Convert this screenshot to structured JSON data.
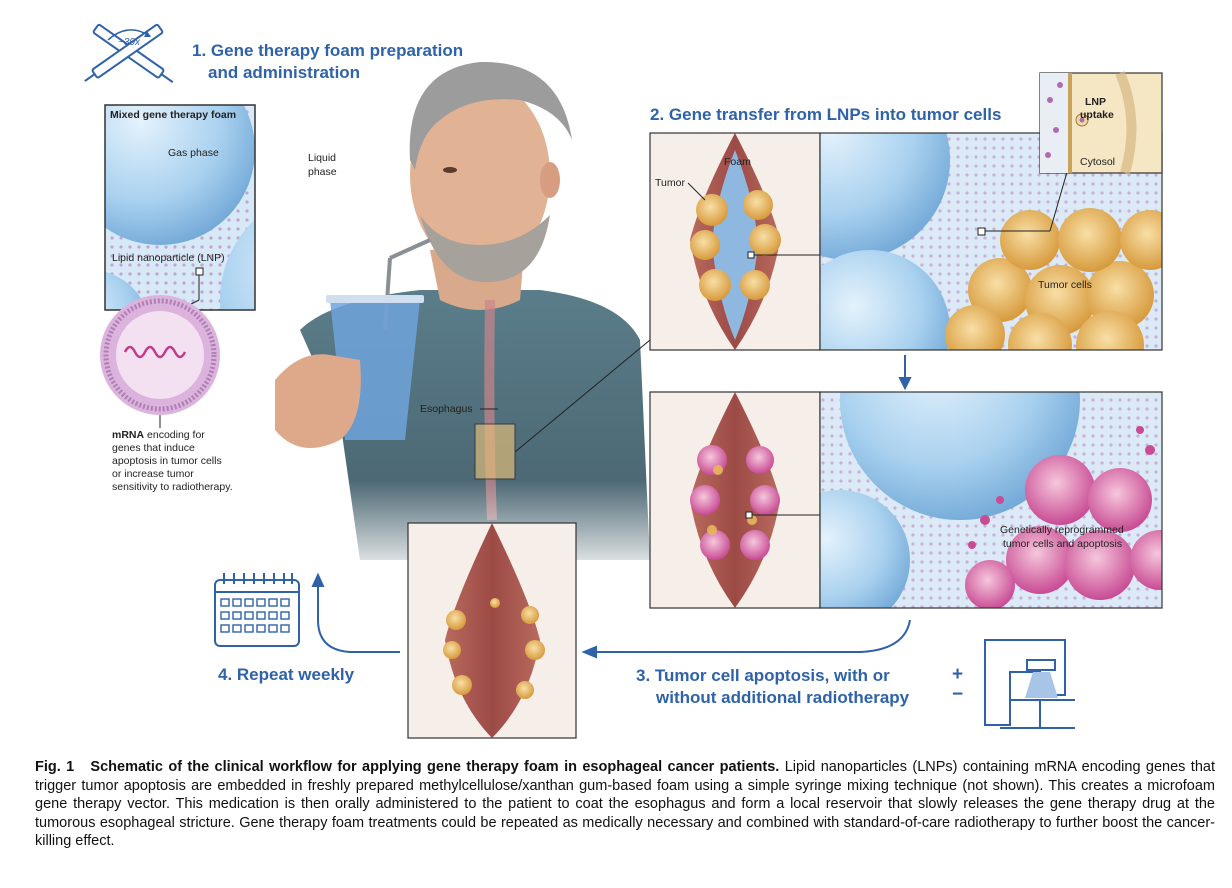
{
  "steps": {
    "step1_line1": "1. Gene therapy foam preparation",
    "step1_line2": "and administration",
    "step2": "2. Gene transfer from LNPs into tumor cells",
    "step3_line1": "3. Tumor cell apoptosis, with or",
    "step3_line2": "without additional radiotherapy",
    "step4": "4. Repeat weekly"
  },
  "labels": {
    "syringe_count": "~30x",
    "mixed_foam": "Mixed gene therapy foam",
    "gas_phase": "Gas phase",
    "liquid_phase_1": "Liquid",
    "liquid_phase_2": "phase",
    "lnp": "Lipid nanoparticle (LNP)",
    "mrna_bold": "mRNA",
    "mrna_1": " encoding for",
    "mrna_2": "genes that induce",
    "mrna_3": "apoptosis in tumor cells",
    "mrna_4": "or increase tumor",
    "mrna_5": "sensitivity to radiotherapy.",
    "esophagus": "Esophagus",
    "foam": "Foam",
    "tumor": "Tumor",
    "tumor_cells": "Tumor cells",
    "lnp_uptake_1": "LNP",
    "lnp_uptake_2": "uptake",
    "cytosol": "Cytosol",
    "reprogrammed_1": "Genetically reprogrammed",
    "reprogrammed_2": "tumor cells and apoptosis",
    "plus": "+",
    "minus": "−"
  },
  "caption": {
    "fig": "Fig. 1",
    "title": "Schematic of the clinical workflow for applying gene therapy foam in esophageal cancer patients.",
    "body": "Lipid nanoparticles (LNPs) containing mRNA encoding genes that trigger tumor apoptosis are embedded in freshly prepared methylcellulose/xanthan gum-based foam using a simple syringe mixing technique (not shown). This creates a microfoam gene therapy vector. This medication is then orally administered to the patient to coat the esophagus and form a local reservoir that slowly releases the gene therapy drug at the tumorous esophageal stricture. Gene therapy foam treatments could be repeated as medically necessary and combined with standard-of-care radiotherapy to further boost the cancer-killing effect."
  },
  "colors": {
    "step_blue": "#2f62a8",
    "bubble_blue": "#9cc8ea",
    "tumor_yellow": "#e8b75a",
    "apoptosis_pink": "#d65aa0",
    "lnp_purple": "#c58ac6"
  }
}
